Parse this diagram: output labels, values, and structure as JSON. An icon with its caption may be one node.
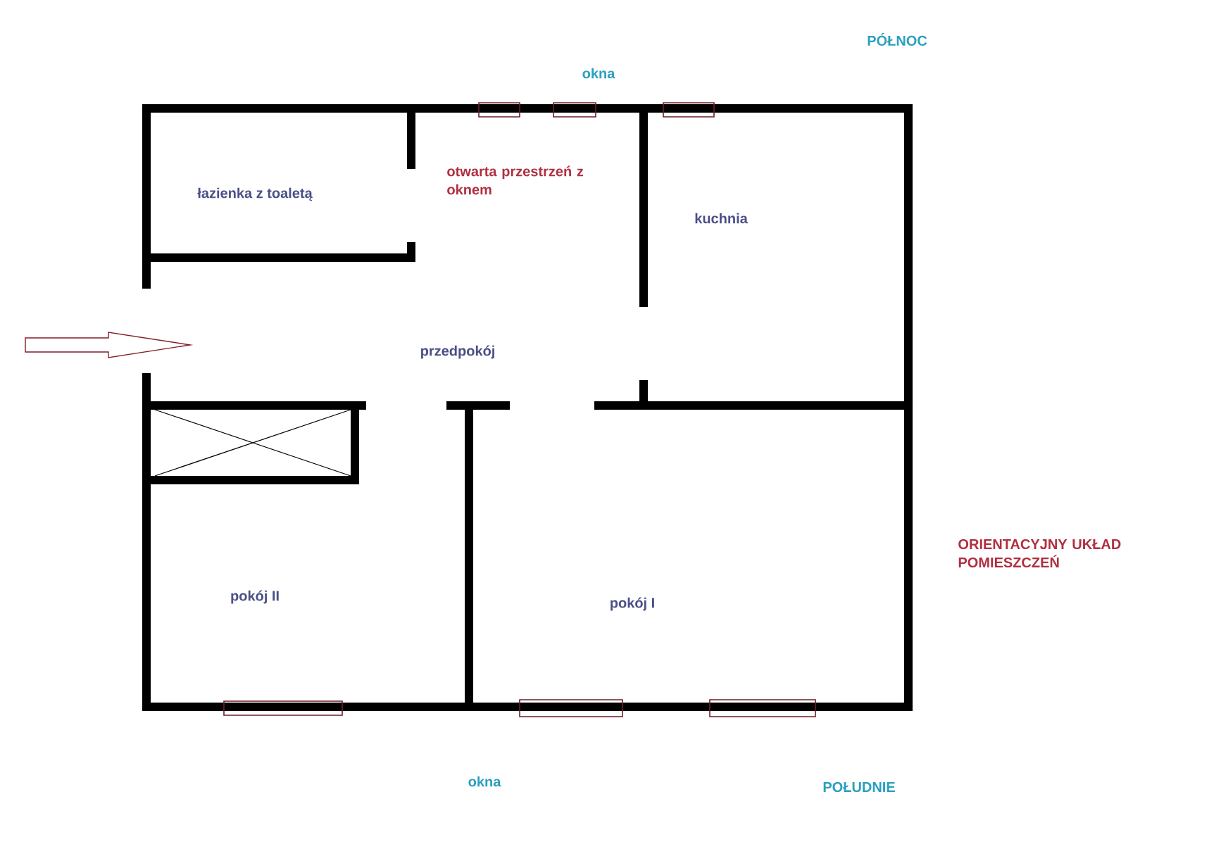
{
  "diagram": {
    "labels": [
      "PÓŁNOC",
      "okna",
      "otwarta przestrzeń z oknem",
      "łazienka z toaletą",
      "kuchnia",
      "przedpokój",
      "ORIENTACYJNY UKŁAD POMIESZCZEŃ",
      "pokój II",
      "pokój I",
      "okna",
      "POŁUDNIE"
    ]
  }
}
